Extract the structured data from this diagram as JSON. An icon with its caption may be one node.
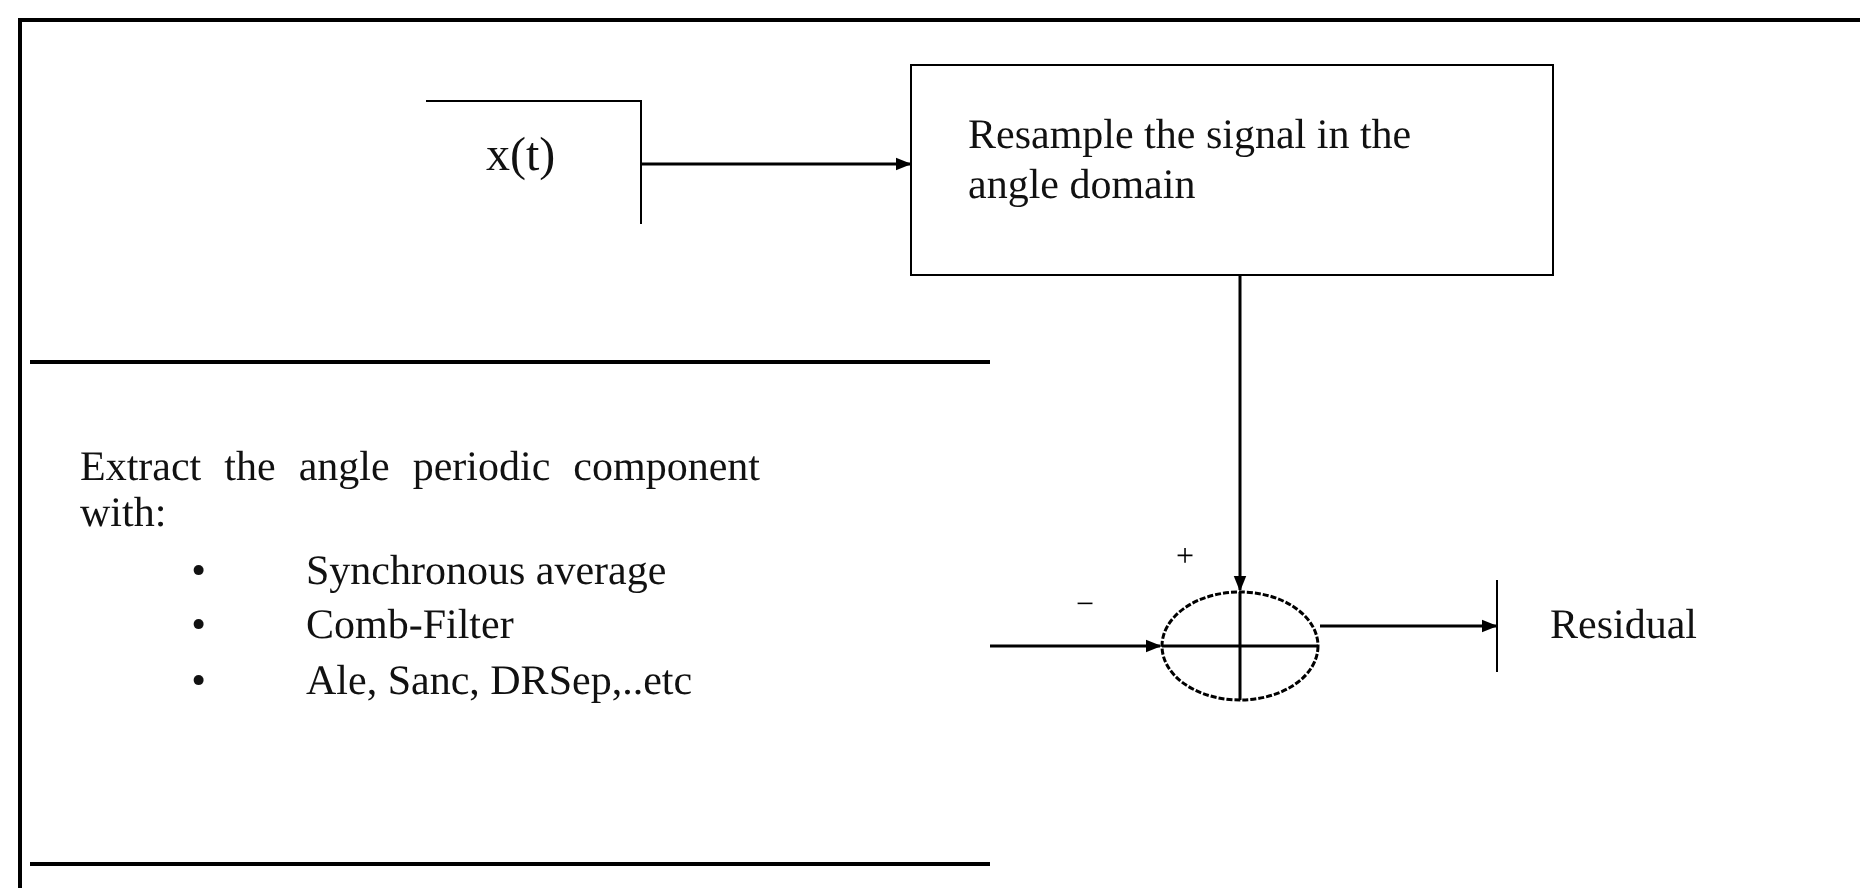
{
  "diagram": {
    "nodes": [
      {
        "text": [
          "x(t)"
        ]
      },
      {
        "text": [
          "Resample the signal in the angle domain"
        ]
      },
      {
        "text": [
          "Extract the angle periodic component with:",
          "•",
          "Synchronous average",
          "•",
          "Comb-Filter",
          "•",
          "Ale, Sanc, DRSep,..etc"
        ]
      },
      {
        "text": [],
        "shape": "circle"
      },
      {
        "text": [
          "Residual"
        ]
      }
    ],
    "edges": [
      {
        "from": 0,
        "to": 1,
        "arrow": "to"
      },
      {
        "from": 1,
        "to": 3,
        "arrow": "to",
        "label": "+"
      },
      {
        "from": 2,
        "to": 3,
        "arrow": "to",
        "label": "−"
      },
      {
        "from": 3,
        "to": 4,
        "arrow": "to"
      }
    ]
  }
}
